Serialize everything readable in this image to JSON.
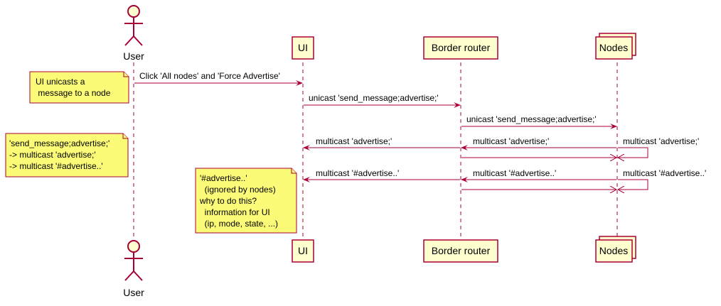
{
  "participants": {
    "user": "User",
    "ui": "UI",
    "border_router": "Border router",
    "nodes": "Nodes"
  },
  "messages": [
    "Click 'All nodes' and 'Force Advertise'",
    "unicast 'send_message;advertise;'",
    "unicast 'send_message;advertise;'",
    "multicast 'advertise;'",
    "multicast 'advertise;'",
    "multicast 'advertise;'",
    "multicast '#advertise..'",
    "multicast '#advertise..'",
    "multicast '#advertise..'"
  ],
  "notes": [
    [
      "UI unicasts a",
      " message to a node"
    ],
    [
      "'send_message;advertise;'",
      "-> multicast 'advertise;'",
      "-> multicast '#advertise..'"
    ],
    [
      "'#advertise..'",
      "  (ignored by nodes)",
      "why to do this?",
      "  information for UI",
      "  (ip, mode, state, ...)"
    ]
  ],
  "colors": {
    "participant_fill": "#FEFECE",
    "participant_border": "#A80036",
    "arrow": "#A80036",
    "note_fill": "#FBFB77",
    "note_border": "#A80036"
  }
}
